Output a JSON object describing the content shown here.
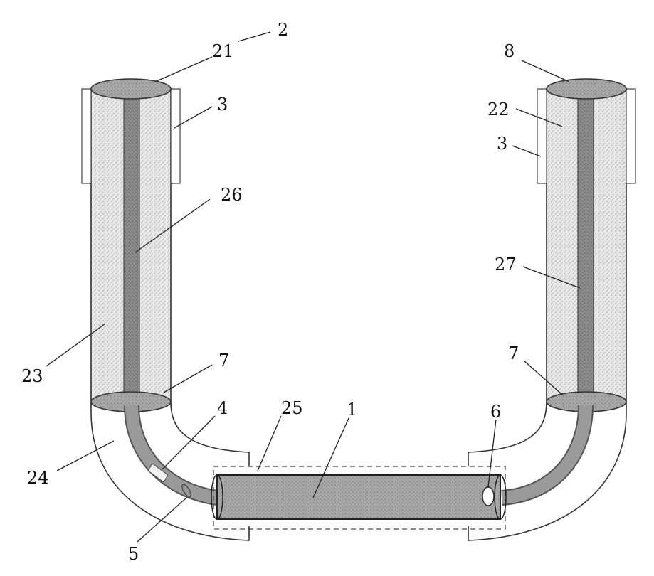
{
  "labels": {
    "l1": "1",
    "l2": "2",
    "l3a": "3",
    "l3b": "3",
    "l4": "4",
    "l5": "5",
    "l6": "6",
    "l7a": "7",
    "l7b": "7",
    "l8": "8",
    "l21": "21",
    "l22": "22",
    "l23": "23",
    "l24": "24",
    "l25": "25",
    "l26": "26",
    "l27": "27"
  }
}
